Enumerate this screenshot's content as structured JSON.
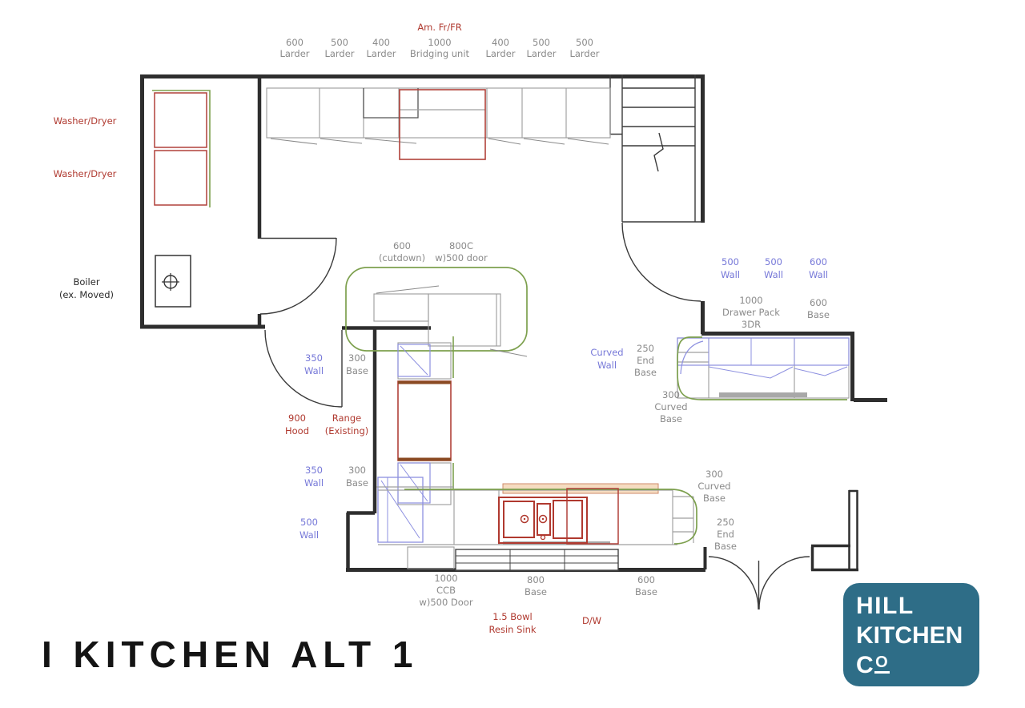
{
  "title": "I Kitchen ALT 1",
  "logo": {
    "line1": "HILL",
    "line2": "KITCHEN",
    "line3_c": "C",
    "line3_o": "O",
    "color": "#2e6d87"
  },
  "colors": {
    "wall": "#2e2e2e",
    "cabinet_gray": "#9f9f9f",
    "label_gray": "#8a8a8a",
    "appliance_red": "#b0413a",
    "wall_unit_blue": "#7678d8",
    "worktop_green": "#7da04e",
    "worktop_tan": "#f5dcc1",
    "logo_teal": "#2e6d87"
  },
  "top_run": {
    "appliance_label": "Am. Fr/FR",
    "units": [
      {
        "size": "600",
        "name": "Larder"
      },
      {
        "size": "500",
        "name": "Larder"
      },
      {
        "size": "400",
        "name": "Larder"
      },
      {
        "size": "1000",
        "name": "Bridging unit"
      },
      {
        "size": "400",
        "name": "Larder"
      },
      {
        "size": "500",
        "name": "Larder"
      },
      {
        "size": "500",
        "name": "Larder"
      }
    ]
  },
  "labels": {
    "washer_dryer_1": [
      "Washer/Dryer"
    ],
    "washer_dryer_2": [
      "Washer/Dryer"
    ],
    "boiler": [
      "Boiler",
      "(ex. Moved)"
    ],
    "cutdown_600": [
      "600",
      "(cutdown)"
    ],
    "c800": [
      "800C",
      "w)500 door"
    ],
    "wall_350_a": [
      "350",
      "Wall"
    ],
    "base_300_a": [
      "300",
      "Base"
    ],
    "hood_900": [
      "900",
      "Hood"
    ],
    "range_existing": [
      "Range",
      "(Existing)"
    ],
    "wall_350_b": [
      "350",
      "Wall"
    ],
    "base_300_b": [
      "300",
      "Base"
    ],
    "wall_500_left": [
      "500",
      "Wall"
    ],
    "wall_500_r1": [
      "500",
      "Wall"
    ],
    "wall_500_r2": [
      "500",
      "Wall"
    ],
    "wall_600_r": [
      "600",
      "Wall"
    ],
    "drawer_pack_1000": [
      "1000",
      "Drawer Pack",
      "3DR"
    ],
    "base_600_r": [
      "600",
      "Base"
    ],
    "curved_wall": [
      "Curved",
      "Wall"
    ],
    "end_base_250_r": [
      "250",
      "End",
      "Base"
    ],
    "curved_base_300_r": [
      "300",
      "Curved",
      "Base"
    ],
    "curved_base_300_i": [
      "300",
      "Curved",
      "Base"
    ],
    "end_base_250_i": [
      "250",
      "End",
      "Base"
    ],
    "ccb_1000": [
      "1000",
      "CCB",
      "w)500 Door"
    ],
    "base_800": [
      "800",
      "Base"
    ],
    "base_600_b": [
      "600",
      "Base"
    ],
    "sink": [
      "1.5 Bowl",
      "Resin Sink"
    ],
    "dw": [
      "D/W"
    ]
  }
}
